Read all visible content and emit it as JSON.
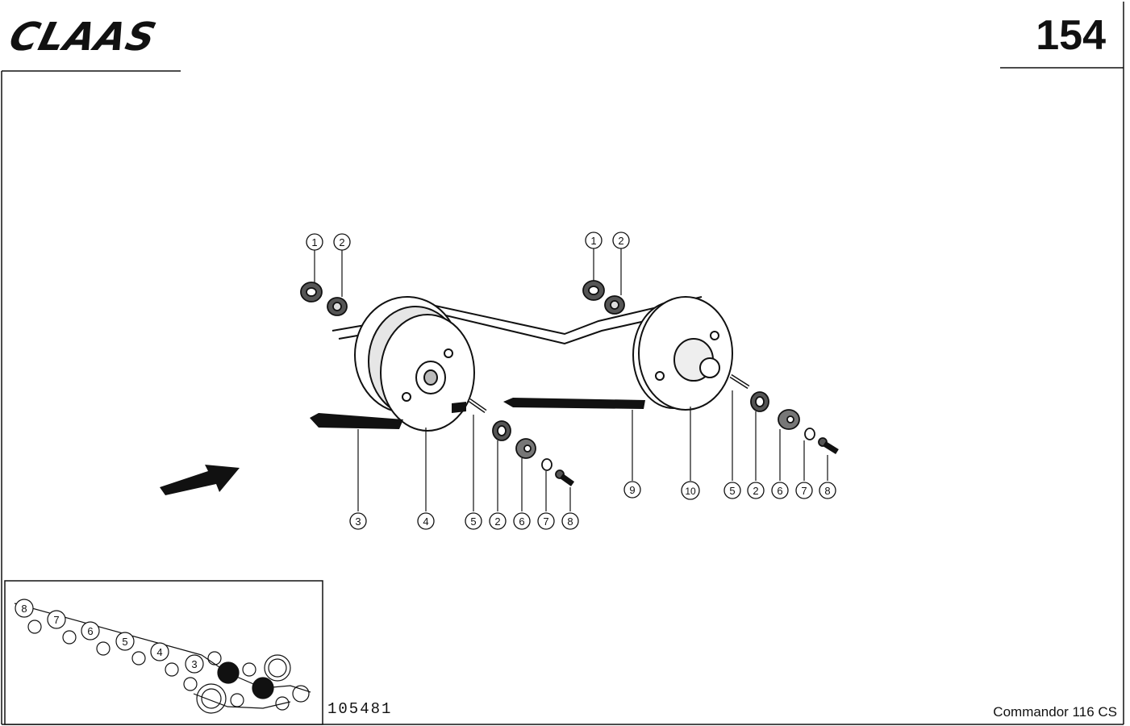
{
  "brand": "CLAAS",
  "page_number": "154",
  "drawing_number": "105481",
  "model": "Commandor 116 CS",
  "callouts": [
    {
      "id": "c1a",
      "label": "1"
    },
    {
      "id": "c2a",
      "label": "2"
    },
    {
      "id": "c1b",
      "label": "1"
    },
    {
      "id": "c2b",
      "label": "2"
    },
    {
      "id": "c3",
      "label": "3"
    },
    {
      "id": "c4",
      "label": "4"
    },
    {
      "id": "c5a",
      "label": "5"
    },
    {
      "id": "c2c",
      "label": "2"
    },
    {
      "id": "c6a",
      "label": "6"
    },
    {
      "id": "c7a",
      "label": "7"
    },
    {
      "id": "c8a",
      "label": "8"
    },
    {
      "id": "c9",
      "label": "9"
    },
    {
      "id": "c10",
      "label": "10"
    },
    {
      "id": "c5b",
      "label": "5"
    },
    {
      "id": "c2d",
      "label": "2"
    },
    {
      "id": "c6b",
      "label": "6"
    },
    {
      "id": "c7b",
      "label": "7"
    },
    {
      "id": "c8b",
      "label": "8"
    }
  ],
  "overview_labels": [
    "8",
    "7",
    "6",
    "5",
    "4",
    "3"
  ],
  "icons": [
    "direction-arrow-icon"
  ]
}
